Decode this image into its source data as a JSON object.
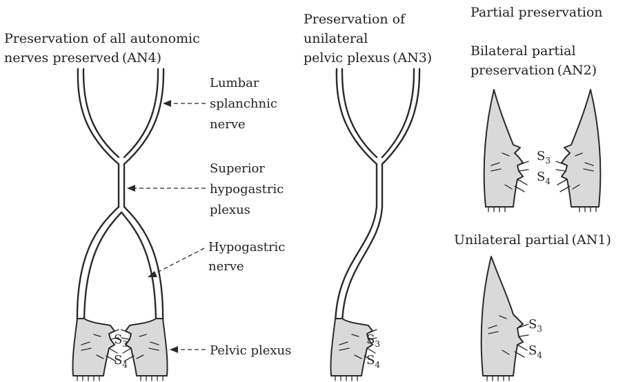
{
  "col1": {
    "title": [
      "Preservation of all autonomic",
      "nerves preserved (AN4)"
    ],
    "labels": {
      "lumbar": [
        "Lumbar",
        "splanchnic",
        "nerve"
      ],
      "superior": [
        "Superior",
        "hypogastric",
        "plexus"
      ],
      "hypogastric": [
        "Hypogastric",
        "nerve"
      ],
      "pelvic": "Pelvic plexus"
    },
    "s3": "S",
    "s3_sub": "3",
    "s4": "S",
    "s4_sub": "4"
  },
  "col2": {
    "title": [
      "Preservation of",
      "unilateral",
      "pelvic plexus (AN3)"
    ],
    "s3": "S",
    "s3_sub": "3",
    "s4": "S",
    "s4_sub": "4"
  },
  "col3": {
    "heading": "Partial preservation",
    "bilateral_title": [
      "Bilateral partial",
      "preservation (AN2)"
    ],
    "unilateral_title": "Unilateral partial (AN1)",
    "s3": "S",
    "s3_sub": "3",
    "s4": "S",
    "s4_sub": "4"
  }
}
